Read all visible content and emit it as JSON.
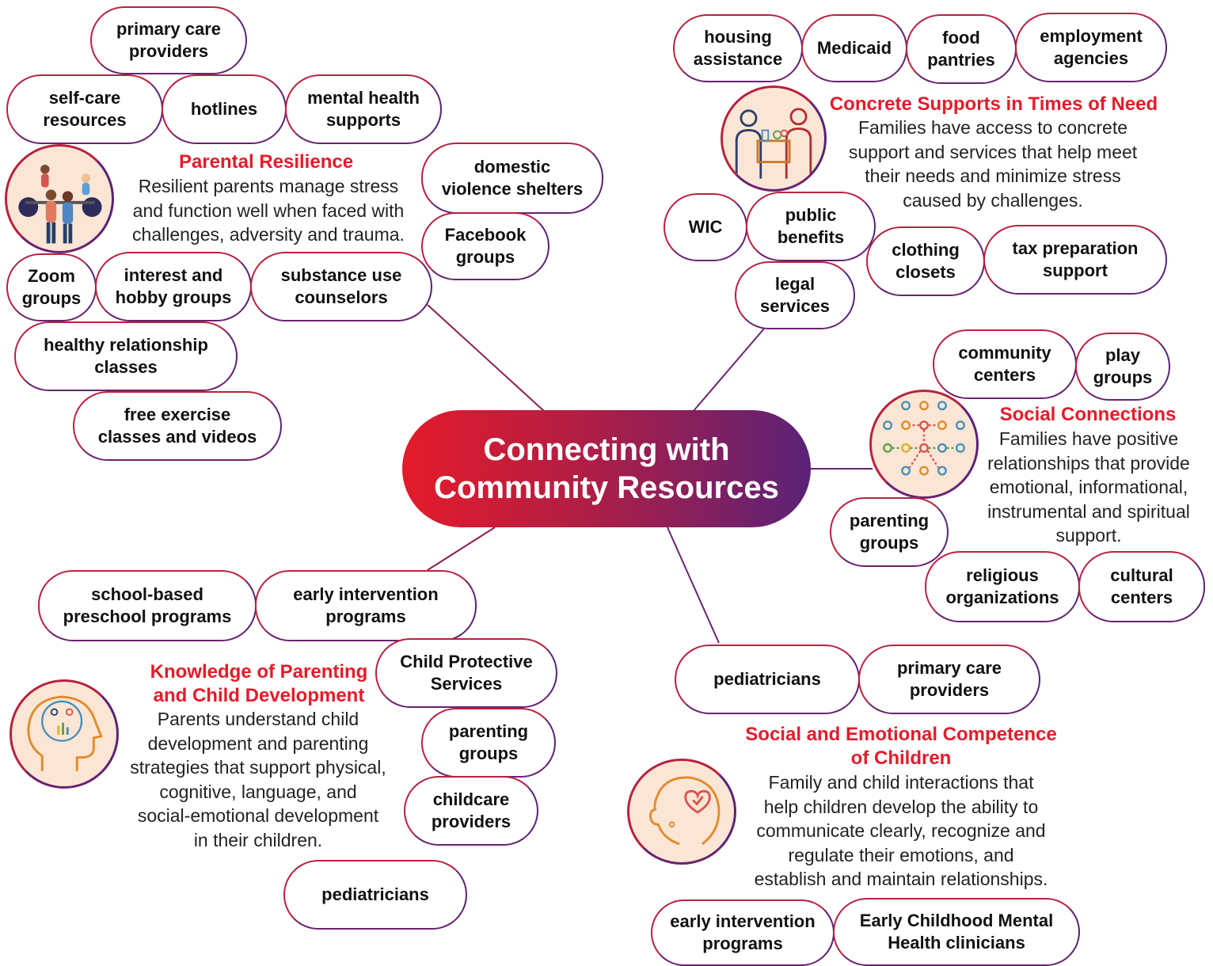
{
  "title": "Connecting with\nCommunity Resources",
  "categories": {
    "parental_resilience": {
      "title": "Parental Resilience",
      "description": "Resilient parents manage stress\nand function well when faced with\nchallenges, adversity and trauma.",
      "icon": "weightlifting-family-icon"
    },
    "concrete_supports": {
      "title": "Concrete Supports in Times of Need",
      "description": "Families have access to concrete\nsupport and services that help meet\ntheir needs and minimize stress\ncaused by challenges.",
      "icon": "handing-food-box-icon"
    },
    "social_connections": {
      "title": "Social Connections",
      "description": "Families have positive\nrelationships that provide\nemotional, informational,\ninstrumental  and spiritual\nsupport.",
      "icon": "people-network-icon"
    },
    "knowledge_parenting": {
      "title": "Knowledge of Parenting\nand Child Development",
      "description": "Parents understand child\ndevelopment and parenting\nstrategies that support physical,\ncognitive, language, and\nsocial-emotional development\nin their children.",
      "icon": "head-with-family-icon"
    },
    "social_emotional": {
      "title": "Social and Emotional Competence\nof Children",
      "description": "Family and child interactions that\nhelp children develop the ability to\ncommunicate clearly, recognize and\nregulate their emotions, and\nestablish and maintain relationships.",
      "icon": "head-with-heart-icon"
    }
  },
  "resources": [
    "primary care\nproviders",
    "self-care\nresources",
    "hotlines",
    "mental health\nsupports",
    "domestic\nviolence shelters",
    "Facebook\ngroups",
    "Zoom\ngroups",
    "interest and\nhobby groups",
    "substance use\ncounselors",
    "healthy relationship\nclasses",
    "free exercise\nclasses and videos",
    "housing\nassistance",
    "Medicaid",
    "food\npantries",
    "employment\nagencies",
    "WIC",
    "public\nbenefits",
    "clothing\nclosets",
    "tax preparation\nsupport",
    "legal\nservices",
    "community\ncenters",
    "play\ngroups",
    "parenting\ngroups",
    "religious\norganizations",
    "cultural\ncenters",
    "school-based\npreschool programs",
    "early intervention\nprograms",
    "Child Protective\nServices",
    "parenting\ngroups",
    "childcare\nproviders",
    "pediatricians",
    "pediatricians",
    "primary care\nproviders",
    "early intervention\nprograms",
    "Early Childhood Mental\nHealth clinicians"
  ]
}
